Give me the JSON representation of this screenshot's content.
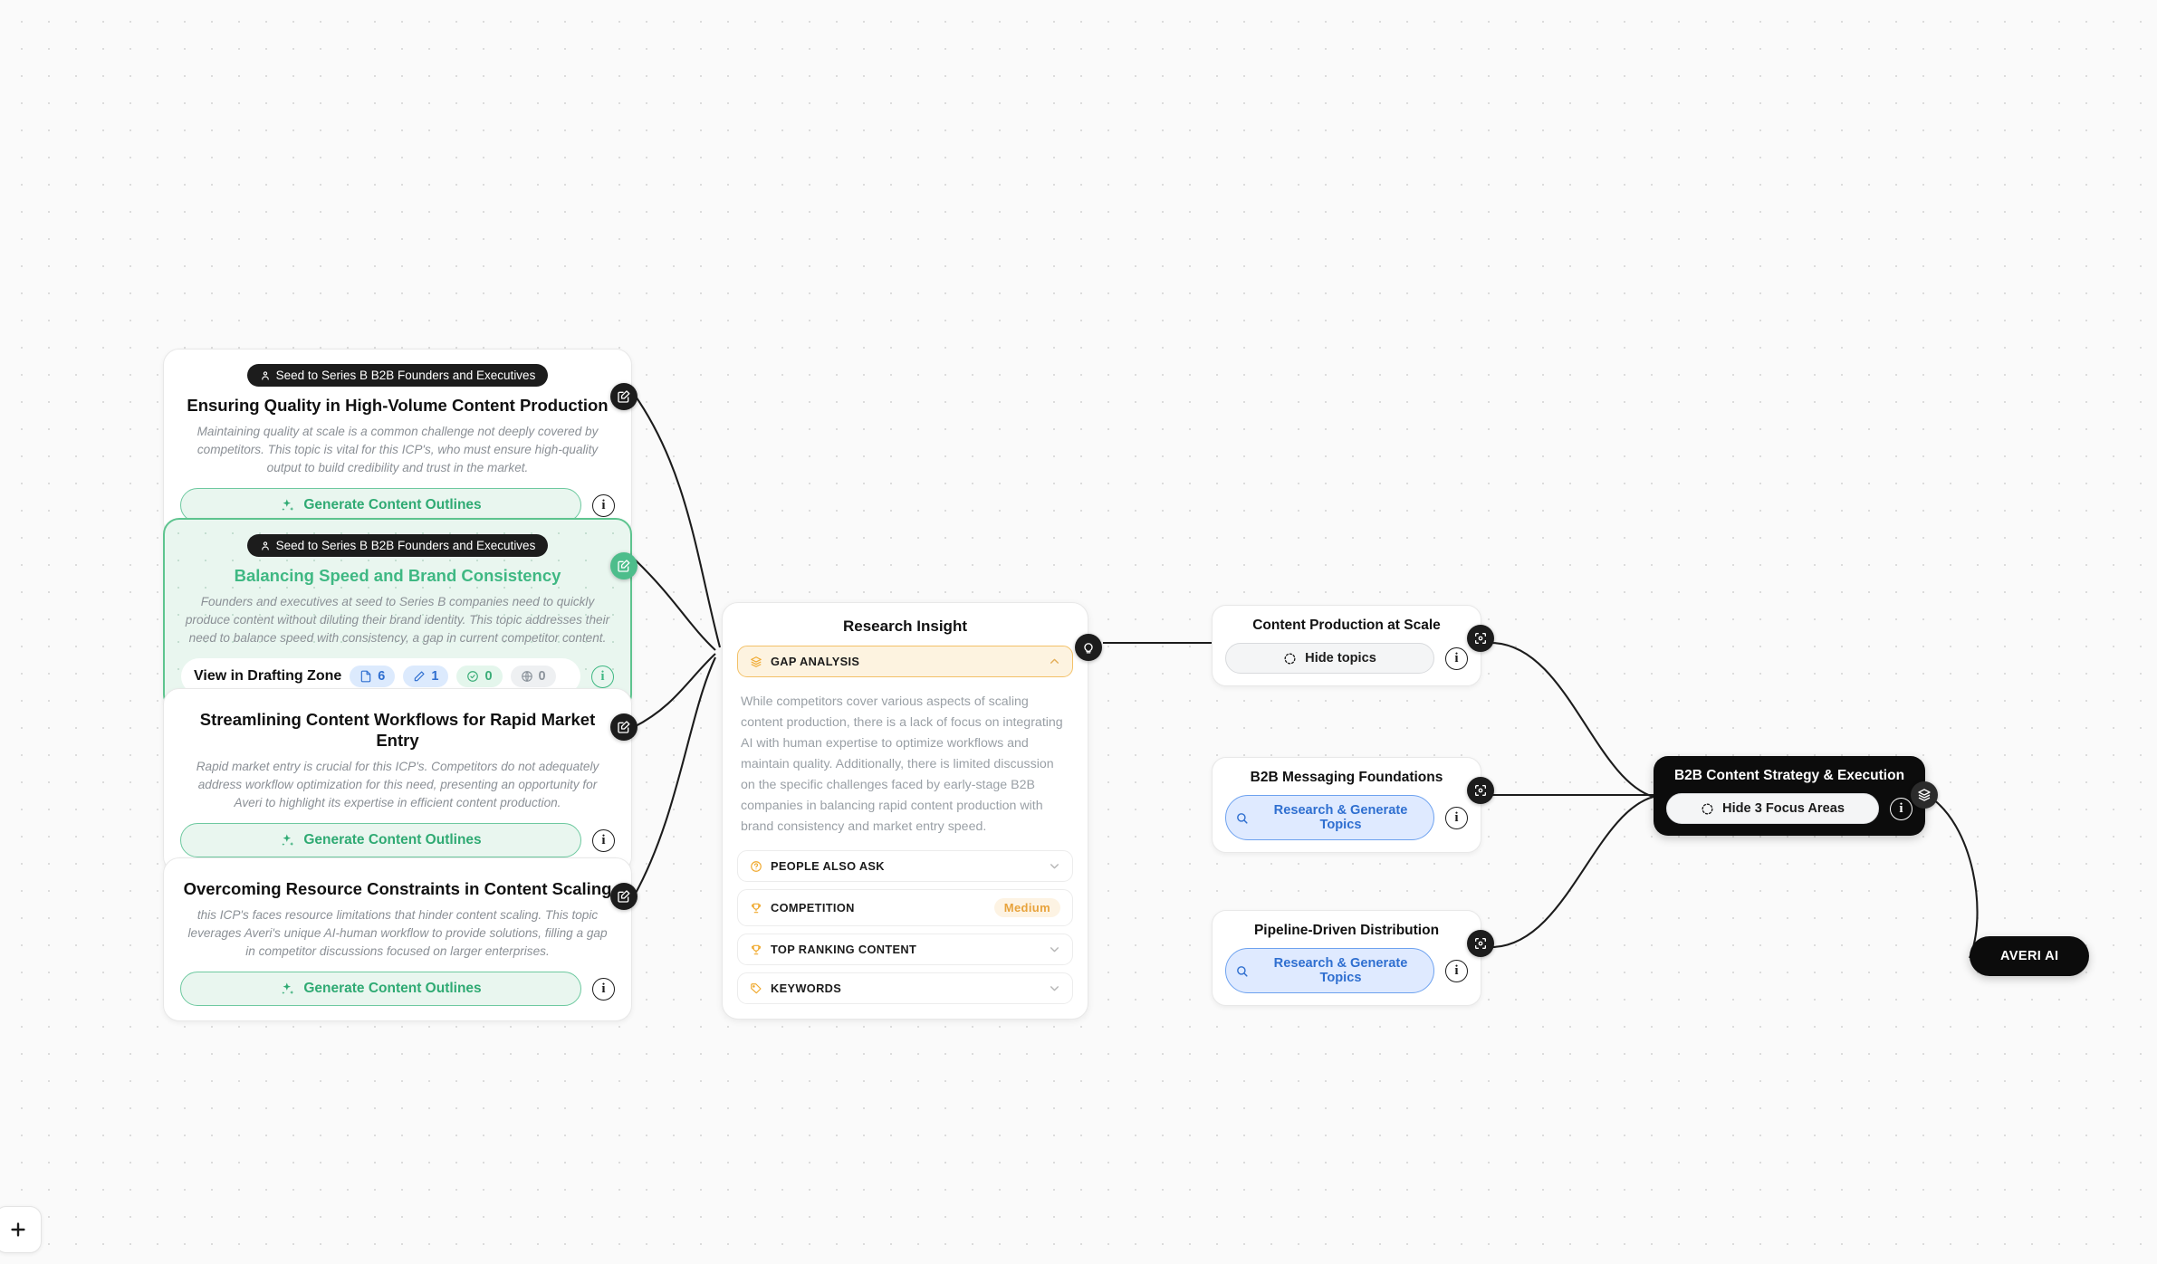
{
  "canvas": {
    "add_button": "add-node"
  },
  "topic_cards": [
    {
      "icp": "Seed to Series B B2B Founders and Executives",
      "title": "Ensuring Quality in High-Volume Content Production",
      "description": "Maintaining quality at scale is a common challenge not deeply covered by competitors. This topic is vital for this ICP's, who must ensure high-quality output to build credibility and trust in the market.",
      "action_label": "Generate Content Outlines",
      "info_label": "i"
    },
    {
      "icp": "Seed to Series B B2B Founders and Executives",
      "title": "Balancing Speed and Brand Consistency",
      "description": "Founders and executives at seed to Series B companies need to quickly produce content without diluting their brand identity. This topic addresses their need to balance speed with consistency, a gap in current competitor content.",
      "action_label": "View in Drafting Zone",
      "info_label": "i",
      "stats": [
        {
          "icon": "document-icon",
          "value": "6",
          "style": "blue"
        },
        {
          "icon": "pencil-icon",
          "value": "1",
          "style": "blue"
        },
        {
          "icon": "check-circle-icon",
          "value": "0",
          "style": "green"
        },
        {
          "icon": "globe-icon",
          "value": "0",
          "style": "gray"
        }
      ]
    },
    {
      "title": "Streamlining Content Workflows for Rapid Market Entry",
      "description": "Rapid market entry is crucial for this ICP's. Competitors do not adequately address workflow optimization for this need, presenting an opportunity for Averi to highlight its expertise in efficient content production.",
      "action_label": "Generate Content Outlines",
      "info_label": "i"
    },
    {
      "title": "Overcoming Resource Constraints in Content Scaling",
      "description": "this ICP's faces resource limitations that hinder content scaling. This topic leverages Averi's unique AI-human workflow to provide solutions, filling a gap in competitor discussions focused on larger enterprises.",
      "action_label": "Generate Content Outlines",
      "info_label": "i"
    }
  ],
  "insight": {
    "title": "Research Insight",
    "sections": [
      {
        "label": "GAP ANALYSIS",
        "open": true,
        "icon": "layers-icon",
        "body": "While competitors cover various aspects of scaling content production, there is a lack of focus on integrating AI with human expertise to optimize workflows and maintain quality. Additionally, there is limited discussion on the specific challenges faced by early-stage B2B companies in balancing rapid content production with brand consistency and market entry speed."
      },
      {
        "label": "PEOPLE ALSO ASK",
        "open": false,
        "icon": "question-circle-icon"
      },
      {
        "label": "COMPETITION",
        "open": false,
        "icon": "trophy-icon",
        "tag": "Medium"
      },
      {
        "label": "TOP RANKING CONTENT",
        "open": false,
        "icon": "trophy-icon"
      },
      {
        "label": "KEYWORDS",
        "open": false,
        "icon": "tag-icon"
      }
    ]
  },
  "focus_cards": [
    {
      "title": "Content Production at Scale",
      "action_label": "Hide topics",
      "action_icon": "dashed-circle-icon",
      "style": "gray",
      "info_label": "i"
    },
    {
      "title": "B2B Messaging Foundations",
      "action_label": "Research & Generate Topics",
      "action_icon": "search-icon",
      "style": "blue",
      "info_label": "i"
    },
    {
      "title": "Pipeline-Driven Distribution",
      "action_label": "Research & Generate Topics",
      "action_icon": "search-icon",
      "style": "blue",
      "info_label": "i"
    }
  ],
  "strategy_node": {
    "title": "B2B Content Strategy & Execution",
    "action_label": "Hide 3 Focus Areas",
    "action_icon": "dashed-circle-icon",
    "info_label": "i"
  },
  "root_node": {
    "label": "AVERI AI"
  },
  "colors": {
    "accent_green": "#3fb883",
    "accent_blue": "#2f6fd0",
    "accent_amber": "#f0a92e",
    "node_dark": "#0c0c0c",
    "canvas_bg": "#fafafa"
  }
}
